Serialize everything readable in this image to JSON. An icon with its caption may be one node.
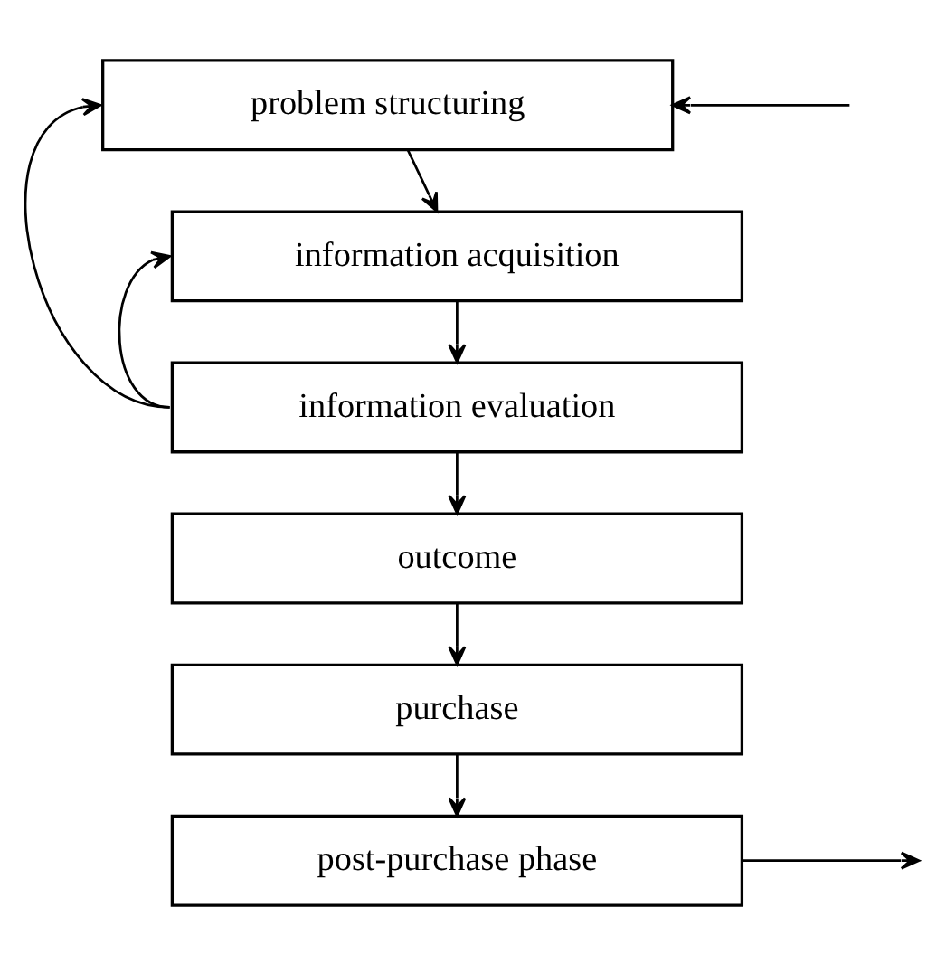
{
  "diagram": {
    "nodes": [
      {
        "text": [
          "problem structuring"
        ]
      },
      {
        "text": [
          "information acquisition"
        ]
      },
      {
        "text": [
          "information evaluation"
        ]
      },
      {
        "text": [
          "outcome"
        ]
      },
      {
        "text": [
          "purchase"
        ]
      },
      {
        "text": [
          "post-purchase phase"
        ]
      }
    ],
    "edges": [
      {
        "from": 0,
        "to": 1,
        "arrow": "to"
      },
      {
        "from": 1,
        "to": 2,
        "arrow": "to"
      },
      {
        "from": 2,
        "to": 3,
        "arrow": "to"
      },
      {
        "from": 3,
        "to": 4,
        "arrow": "to"
      },
      {
        "from": 4,
        "to": 5,
        "arrow": "to"
      },
      {
        "from": 2,
        "to": 0,
        "arrow": "to"
      },
      {
        "from": 2,
        "to": 1,
        "arrow": "to"
      },
      {
        "from": null,
        "to": 0,
        "arrow": "to"
      },
      {
        "from": 5,
        "to": null,
        "arrow": "to"
      }
    ]
  }
}
